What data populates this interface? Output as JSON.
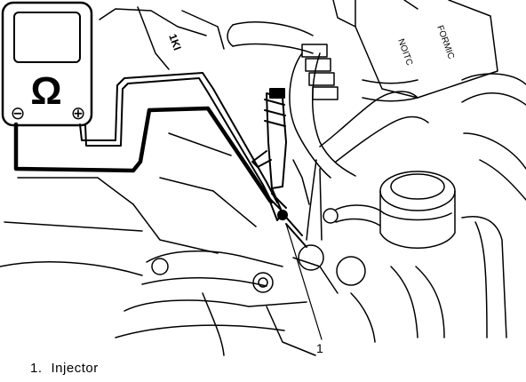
{
  "meter": {
    "symbol": "Ω",
    "neg_terminal": "⊖",
    "pos_terminal": "⊕"
  },
  "callout": {
    "number": "1"
  },
  "caption": {
    "number": "1.",
    "label": "Injector"
  },
  "engine_text": {
    "tag_a": "1KI",
    "tag_b": "FORMIC",
    "tag_c": "NOITC"
  },
  "colors": {
    "ink": "#000000",
    "paper": "#ffffff"
  }
}
